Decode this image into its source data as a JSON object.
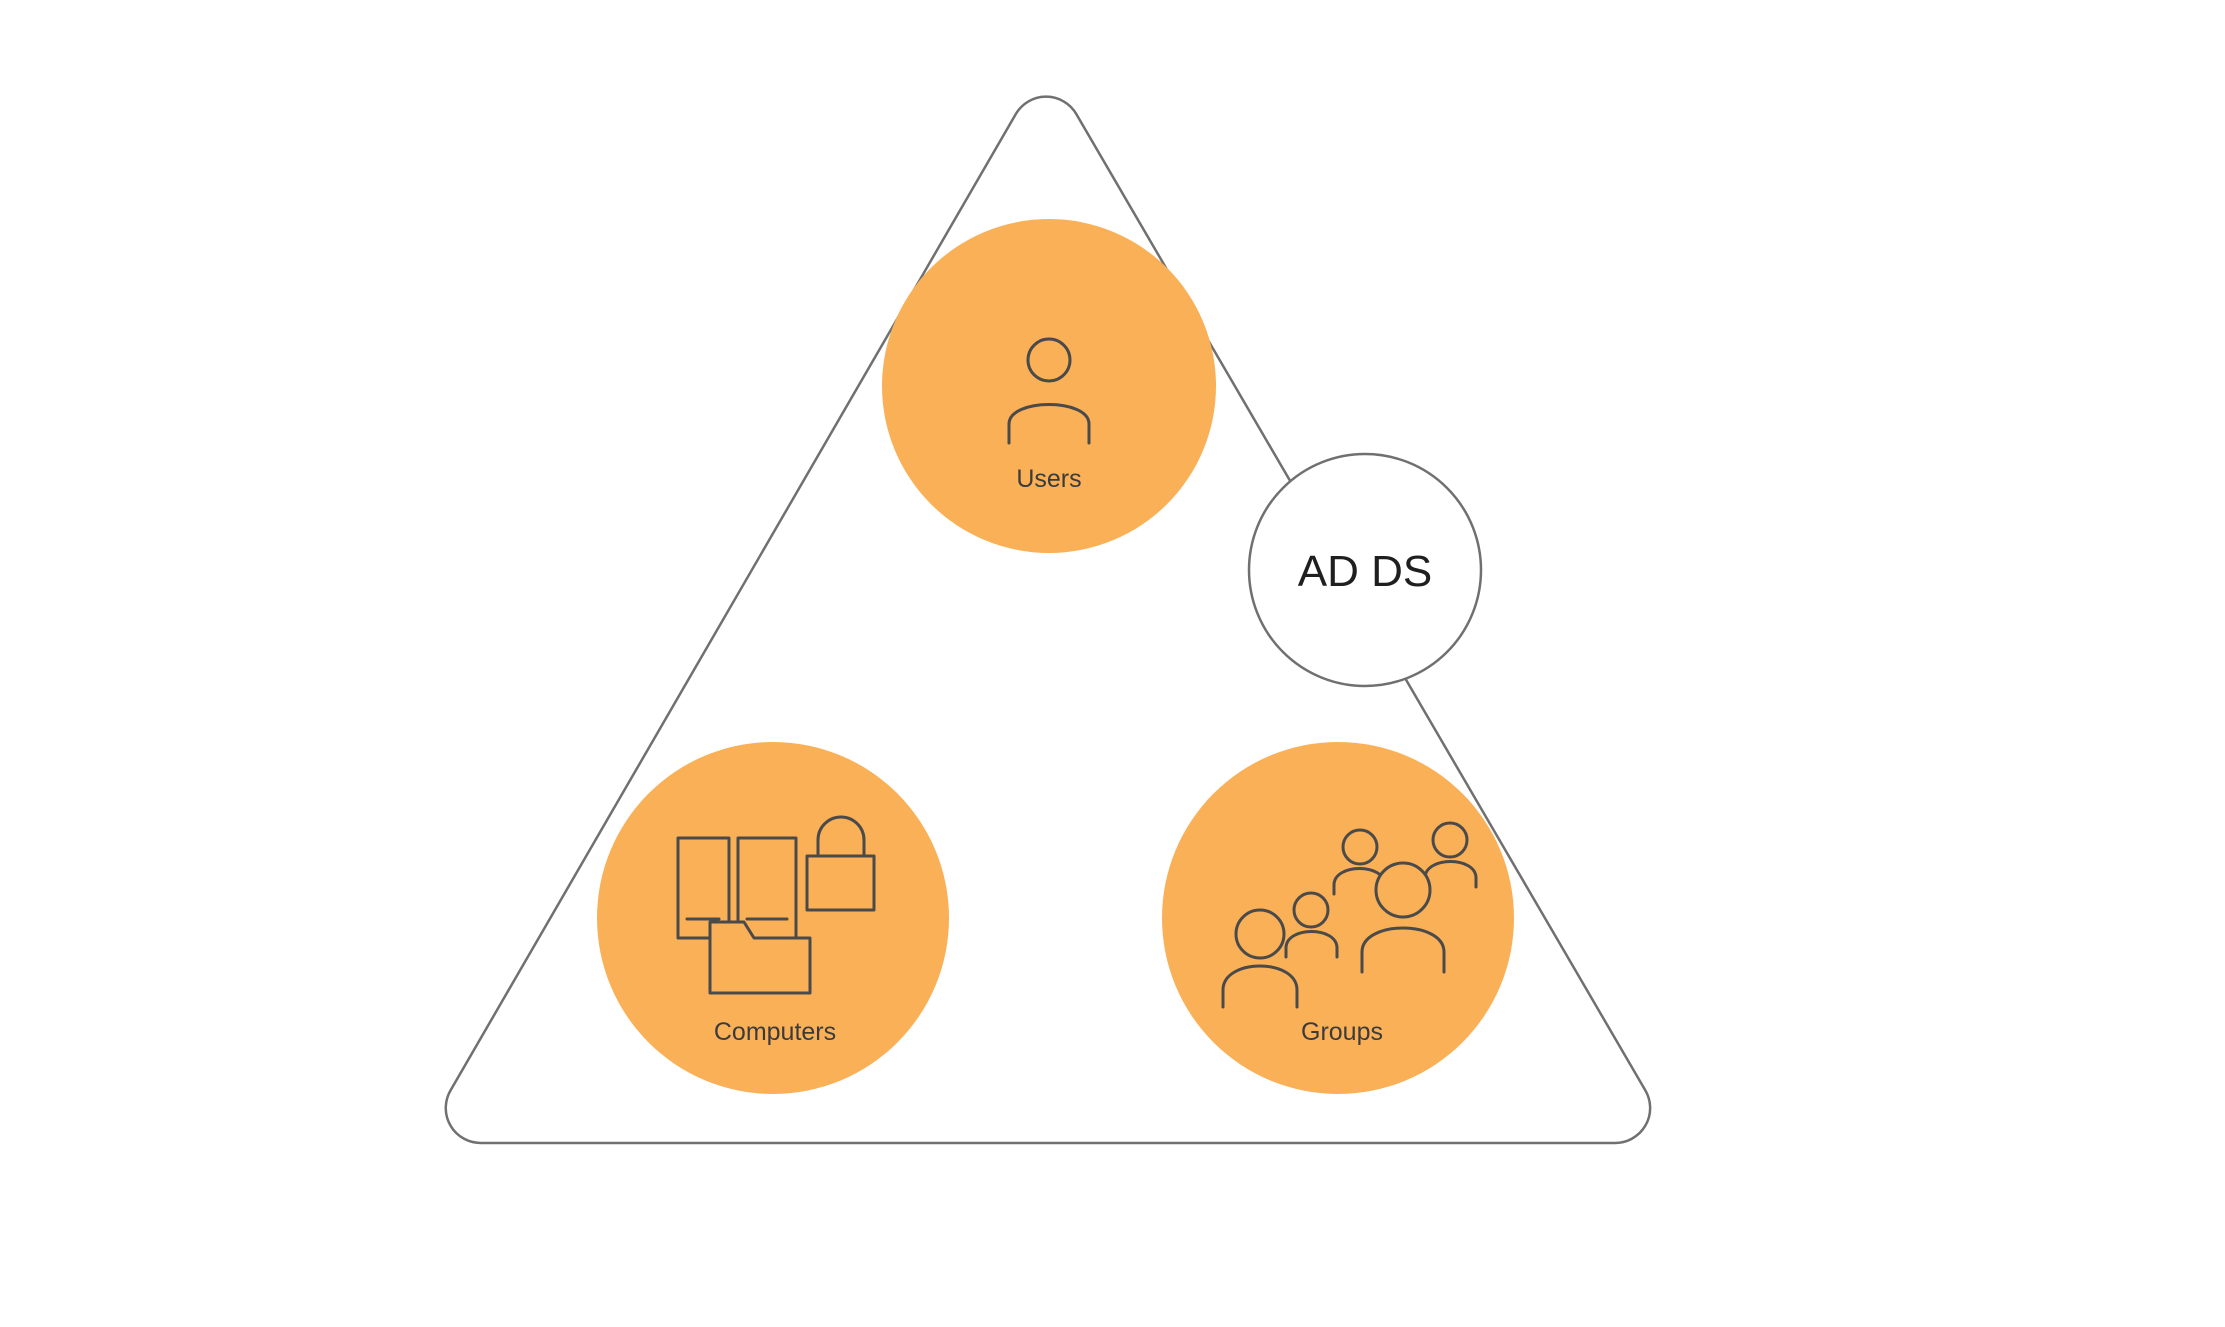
{
  "diagram": {
    "nodes": {
      "users": {
        "label": "Users",
        "icon": "person-icon"
      },
      "computers": {
        "label": "Computers",
        "icon": "computers-folder-lock-icon"
      },
      "groups": {
        "label": "Groups",
        "icon": "people-group-icon"
      },
      "ad_ds": {
        "label": "AD DS"
      }
    },
    "colors": {
      "node_fill": "#F9B057",
      "outline_stroke": "#707070",
      "icon_stroke": "#4A4A4A",
      "label_text": "#3B3B3B",
      "adds_text": "#1F1F1F",
      "background": "#FFFFFF"
    }
  }
}
